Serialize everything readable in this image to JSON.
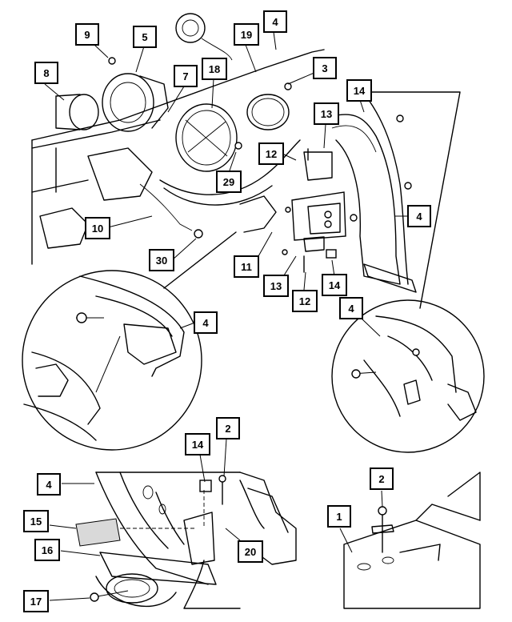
{
  "callouts": {
    "c9": "9",
    "c5": "5",
    "c19": "19",
    "c4a": "4",
    "c8": "8",
    "c7": "7",
    "c18": "18",
    "c3": "3",
    "c14a": "14",
    "c13a": "13",
    "c12a": "12",
    "c29": "29",
    "c10": "10",
    "c4b": "4",
    "c30": "30",
    "c11": "11",
    "c13b": "13",
    "c14b": "14",
    "c12b": "12",
    "c4c": "4",
    "c4d": "4",
    "c14c": "14",
    "c2a": "2",
    "c4e": "4",
    "c15": "15",
    "c16": "16",
    "c20": "20",
    "c17": "17",
    "c2b": "2",
    "c1": "1"
  }
}
